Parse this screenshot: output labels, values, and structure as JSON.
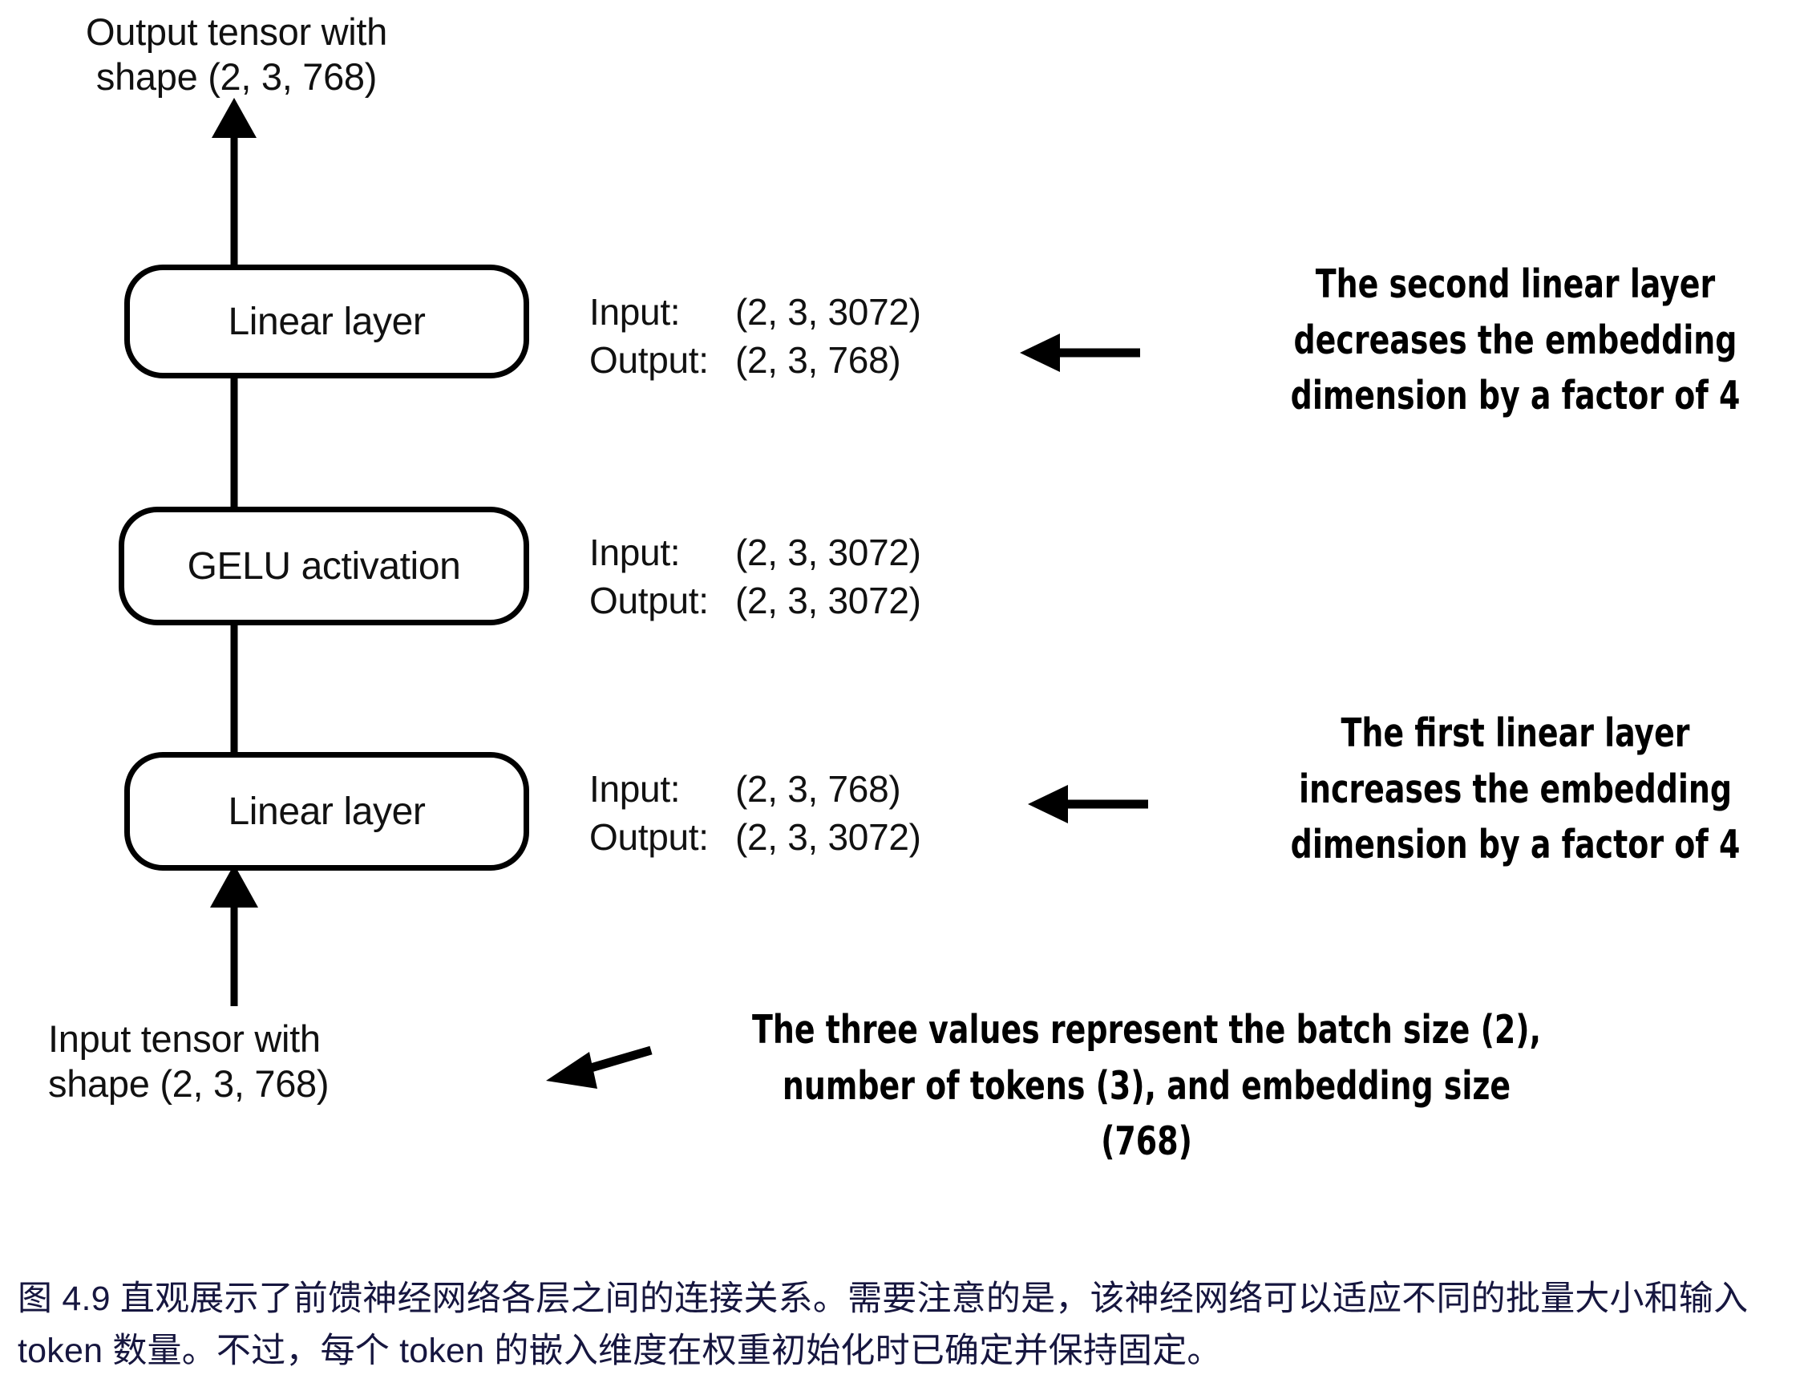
{
  "diagram": {
    "top_label": "Output tensor with\nshape (2, 3, 768)",
    "bottom_label": "Input tensor with\nshape (2, 3, 768)",
    "nodes": [
      {
        "id": "linear-2",
        "label": "Linear layer"
      },
      {
        "id": "gelu",
        "label": "GELU activation"
      },
      {
        "id": "linear-1",
        "label": "Linear layer"
      }
    ],
    "io_specs": [
      {
        "for": "linear-2",
        "input_key": "Input:",
        "input_value": "(2, 3, 3072)",
        "output_key": "Output:",
        "output_value": "(2, 3, 768)"
      },
      {
        "for": "gelu",
        "input_key": "Input:",
        "input_value": "(2, 3, 3072)",
        "output_key": "Output:",
        "output_value": "(2, 3, 3072)"
      },
      {
        "for": "linear-1",
        "input_key": "Input:",
        "input_value": "(2, 3, 768)",
        "output_key": "Output:",
        "output_value": "(2, 3, 3072)"
      }
    ],
    "annotations": [
      {
        "id": "annot-second-linear",
        "text": "The second linear layer\ndecreases the embedding\ndimension by a factor of 4"
      },
      {
        "id": "annot-first-linear",
        "text": "The first linear layer\nincreases the embedding\ndimension by a factor of 4"
      },
      {
        "id": "annot-three-values",
        "text": "The three values represent the batch size (2),\nnumber of tokens (3), and embedding size\n(768)"
      }
    ]
  },
  "caption": {
    "text": "图 4.9 直观展示了前馈神经网络各层之间的连接关系。需要注意的是，该神经网络可以适应不同的批量大小和输入 token 数量。不过，每个 token 的嵌入维度在权重初始化时已确定并保持固定。",
    "color": "#16163f"
  },
  "colors": {
    "stroke": "#000000",
    "text": "#111111",
    "background": "#ffffff",
    "caption": "#16163f"
  }
}
